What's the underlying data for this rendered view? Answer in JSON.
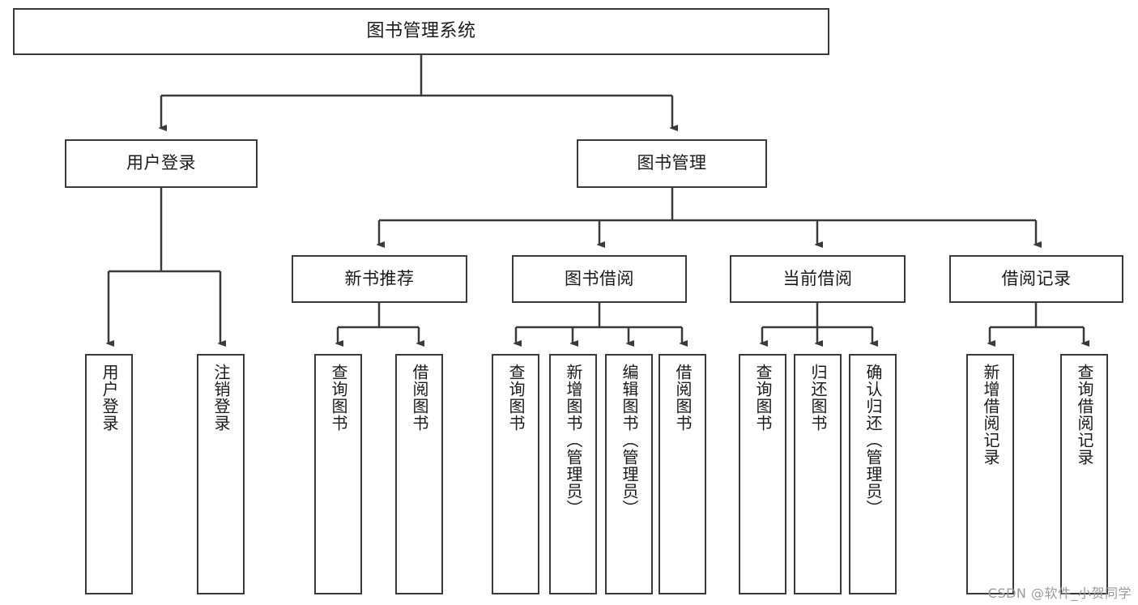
{
  "diagram": {
    "type": "tree-hierarchy",
    "orientation": "top-down",
    "title": "图书管理系统",
    "watermark": "CSDN @软件_小贺同学",
    "colors": {
      "border": "#3a3a3a",
      "background": "#ffffff",
      "text": "#1a1a1a",
      "edge": "#3a3a3a",
      "watermark": "#9a9a9a"
    },
    "levels": {
      "root": "图书管理系统",
      "level2": [
        "用户登录",
        "图书管理"
      ],
      "level3": [
        "新书推荐",
        "图书借阅",
        "当前借阅",
        "借阅记录"
      ]
    },
    "nodes": {
      "root": {
        "label": "图书管理系统"
      },
      "user_login": {
        "label": "用户登录"
      },
      "book_manage": {
        "label": "图书管理"
      },
      "new_book_rec": {
        "label": "新书推荐"
      },
      "book_borrow": {
        "label": "图书借阅"
      },
      "current_borrow": {
        "label": "当前借阅"
      },
      "borrow_record": {
        "label": "借阅记录"
      },
      "leaf_1": {
        "label": "用户登录"
      },
      "leaf_2": {
        "label": "注销登录"
      },
      "leaf_3": {
        "label": "查询图书"
      },
      "leaf_4": {
        "label": "借阅图书"
      },
      "leaf_5": {
        "label": "查询图书"
      },
      "leaf_6": {
        "label": "新增图书（管理员）"
      },
      "leaf_7": {
        "label": "编辑图书（管理员）"
      },
      "leaf_8": {
        "label": "借阅图书"
      },
      "leaf_9": {
        "label": "查询图书"
      },
      "leaf_10": {
        "label": "归还图书"
      },
      "leaf_11": {
        "label": "确认归还（管理员）"
      },
      "leaf_12": {
        "label": "新增借阅记录"
      },
      "leaf_13": {
        "label": "查询借阅记录"
      }
    }
  }
}
